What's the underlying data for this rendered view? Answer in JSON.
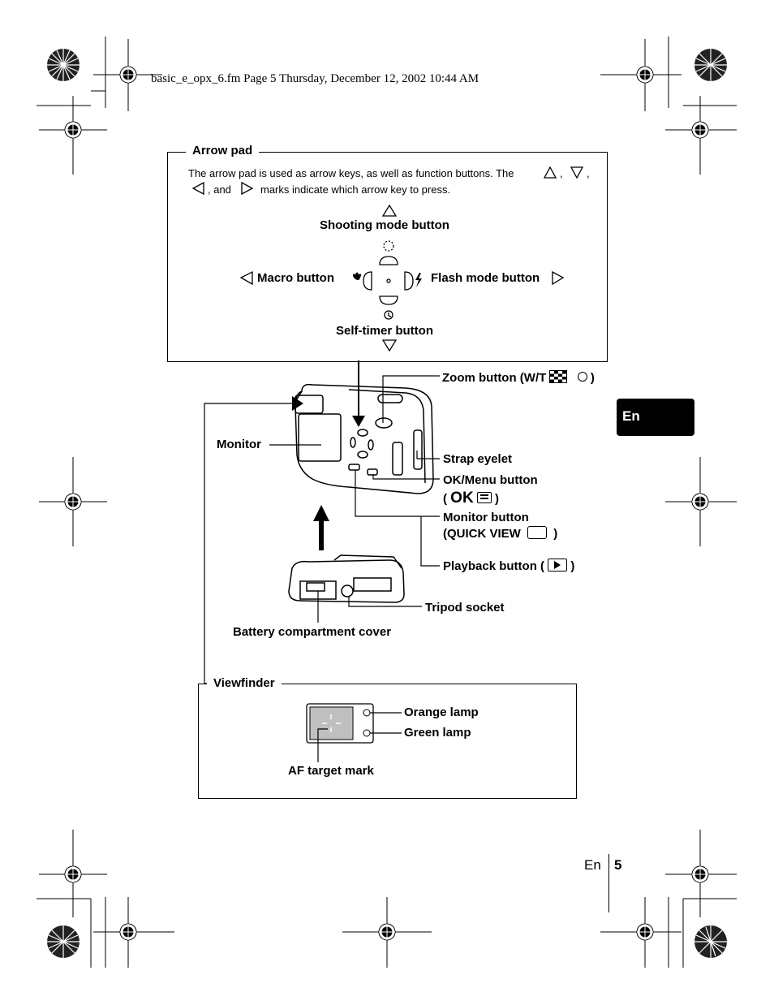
{
  "header": "basic_e_opx_6.fm  Page 5  Thursday, December 12, 2002  10:44 AM",
  "language_tab": "En",
  "footer": {
    "lang": "En",
    "page": "5"
  },
  "arrow_pad": {
    "title": "Arrow pad",
    "intro_line1": "The arrow pad is used as arrow keys, as well as function buttons. The",
    "intro_comma1": ",",
    "intro_comma2": ",",
    "intro_and": ", and",
    "intro_line2_end": "marks indicate which arrow key to press.",
    "shooting_mode": "Shooting mode button",
    "macro": "Macro button",
    "flash_mode": "Flash mode button",
    "self_timer": "Self-timer button"
  },
  "camera": {
    "zoom_button": "Zoom button (W/T",
    "zoom_close": ")",
    "monitor": "Monitor",
    "strap_eyelet": "Strap eyelet",
    "ok_menu": "OK/Menu button",
    "ok_symbol_open": "(",
    "ok_symbol": "OK",
    "ok_symbol_close": ")",
    "monitor_button": "Monitor button",
    "quick_view": "(QUICK VIEW",
    "quick_view_close": ")",
    "playback": "Playback button (",
    "playback_close": ")",
    "tripod": "Tripod socket",
    "battery": "Battery compartment cover"
  },
  "viewfinder": {
    "title": "Viewfinder",
    "orange": "Orange lamp",
    "green": "Green lamp",
    "af": "AF target mark"
  }
}
